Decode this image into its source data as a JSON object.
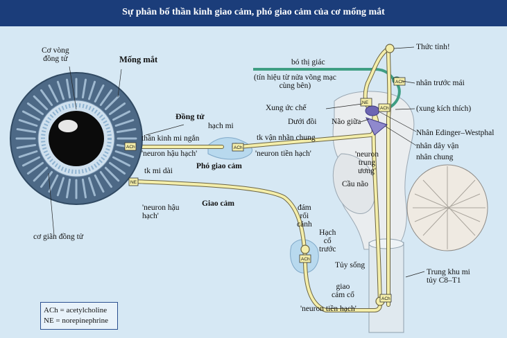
{
  "title": "Sự phân bố thần kinh giao cảm, phó giao cảm của cơ mống mắt",
  "labels": {
    "co_vong_dong_tu_1": "Cơ vòng",
    "co_vong_dong_tu_2": "đồng tử",
    "mong_mat": "Mống mắt",
    "dong_tu": "Đồng tử",
    "than_kinh_mi_ngan": "thần kinh mi ngắn",
    "neuron_hau_hach_1": "'neuron hậu hạch'",
    "tk_mi_dai": "tk mi dài",
    "neuron_hau_hach_2a": "'neuron hậu",
    "neuron_hau_hach_2b": "hạch'",
    "co_gian_dong_tu": "cơ giãn đồng tử",
    "hach_mi": "hạch mi",
    "tk_van_nhan_chung": "tk vận nhãn chung",
    "neuron_tien_hach_1": "'neuron tiền hạch'",
    "pho_giao_cam": "Phó giao cảm",
    "giao_cam": "Giao cảm",
    "bo_thi_giac": "bó thị giác",
    "tin_hieu_1": "(tín hiệu từ nửa võng mạc",
    "tin_hieu_2": "cùng bên)",
    "thuc_tinh": "Thức tỉnh!",
    "nhan_truoc_mai": "nhân trước mái",
    "xung_kich_thich": "(xung kích thích)",
    "xung_uc_che": "Xung ức chế",
    "duoi_doi": "Dưới đồi",
    "nao_giua": "Não giữa",
    "nhan_edinger": "Nhân Edinger–Westphal",
    "nhan_day_van_1": "nhân dây vận",
    "nhan_day_van_2": "nhân chung",
    "neuron_trung_uong_1": "'neuron",
    "neuron_trung_uong_2": "trung",
    "neuron_trung_uong_3": "ương'",
    "cau_nao": "Cầu não",
    "dam_roi_canh_1": "đám",
    "dam_roi_canh_2": "rối",
    "dam_roi_canh_3": "cảnh",
    "hach_co_truoc_1": "Hạch",
    "hach_co_truoc_2": "cổ",
    "hach_co_truoc_3": "trước",
    "tuy_song": "Tủy sống",
    "trung_khu_mi_1": "Trung khu mi",
    "trung_khu_mi_2": "tủy C8–T1",
    "giao_cam_co_1": "giao",
    "giao_cam_co_2": "cảm cổ",
    "neuron_tien_hach_2": "'neuron tiền hạch'"
  },
  "tags": {
    "ach": "ACh",
    "ne": "NE"
  },
  "legend": {
    "ach": "ACh = acetylcholine",
    "ne": "NE  = norepinephrine"
  },
  "colors": {
    "title_bar": "#1b3d7a",
    "background": "#d6e8f4",
    "nerve": "#f4eeaa",
    "green_path": "#3f9e83",
    "iris": "#4d6986",
    "pupil": "#0b0b0b",
    "brain": "#eaedef",
    "nucleus": "#6d66b3"
  }
}
